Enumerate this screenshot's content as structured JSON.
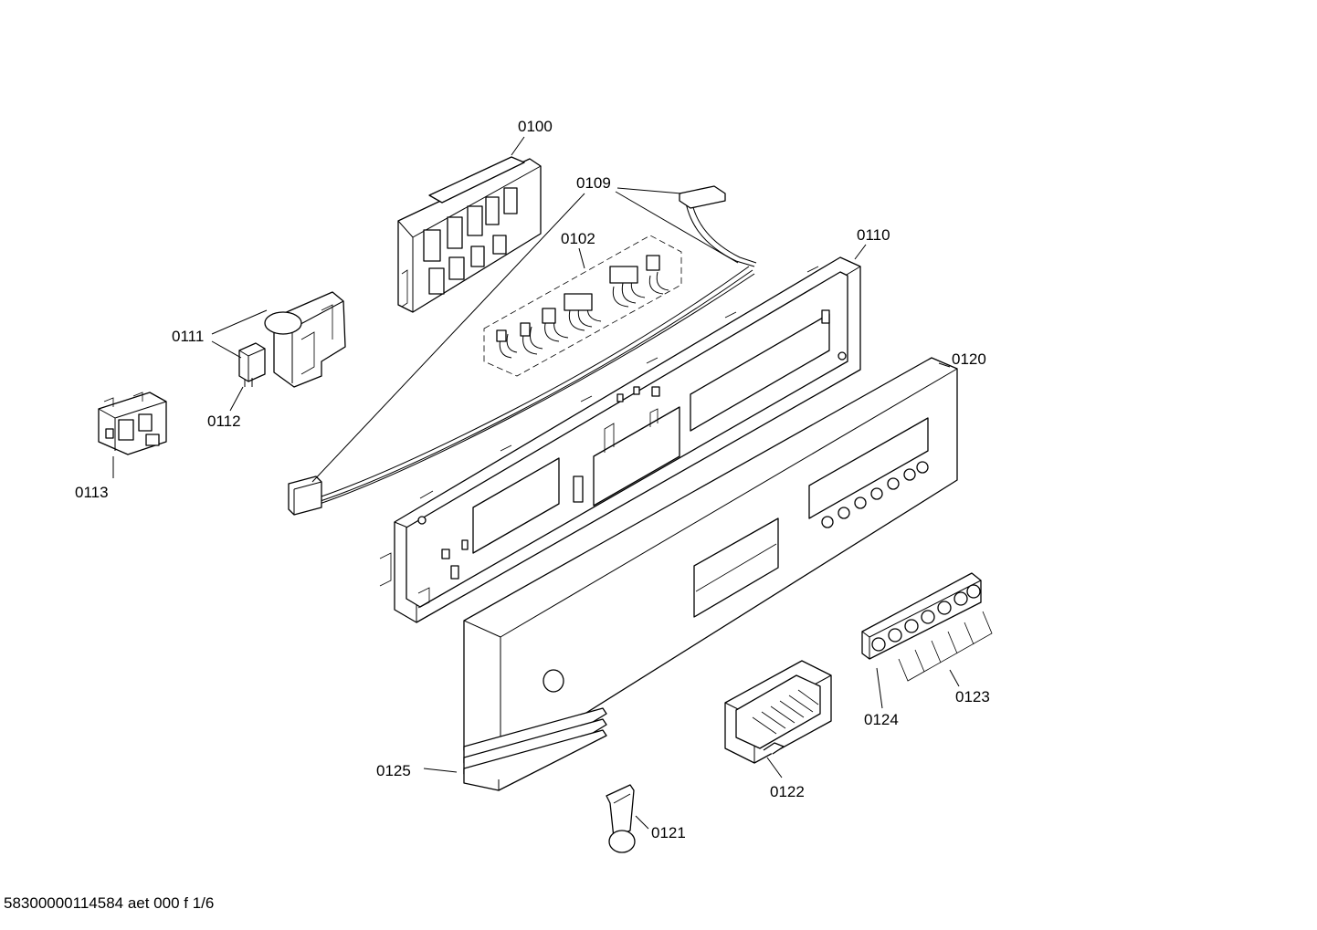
{
  "parts": [
    {
      "id": "0100",
      "label": "0100"
    },
    {
      "id": "0102",
      "label": "0102"
    },
    {
      "id": "0109",
      "label": "0109"
    },
    {
      "id": "0110",
      "label": "0110"
    },
    {
      "id": "0111",
      "label": "0111"
    },
    {
      "id": "0112",
      "label": "0112"
    },
    {
      "id": "0113",
      "label": "0113"
    },
    {
      "id": "0120",
      "label": "0120"
    },
    {
      "id": "0121",
      "label": "0121"
    },
    {
      "id": "0122",
      "label": "0122"
    },
    {
      "id": "0123",
      "label": "0123"
    },
    {
      "id": "0124",
      "label": "0124"
    },
    {
      "id": "0125",
      "label": "0125"
    }
  ],
  "footer": {
    "code": "58300000114584 aet 000 f 1/6"
  },
  "colors": {
    "line": "#000000",
    "background": "#ffffff"
  }
}
